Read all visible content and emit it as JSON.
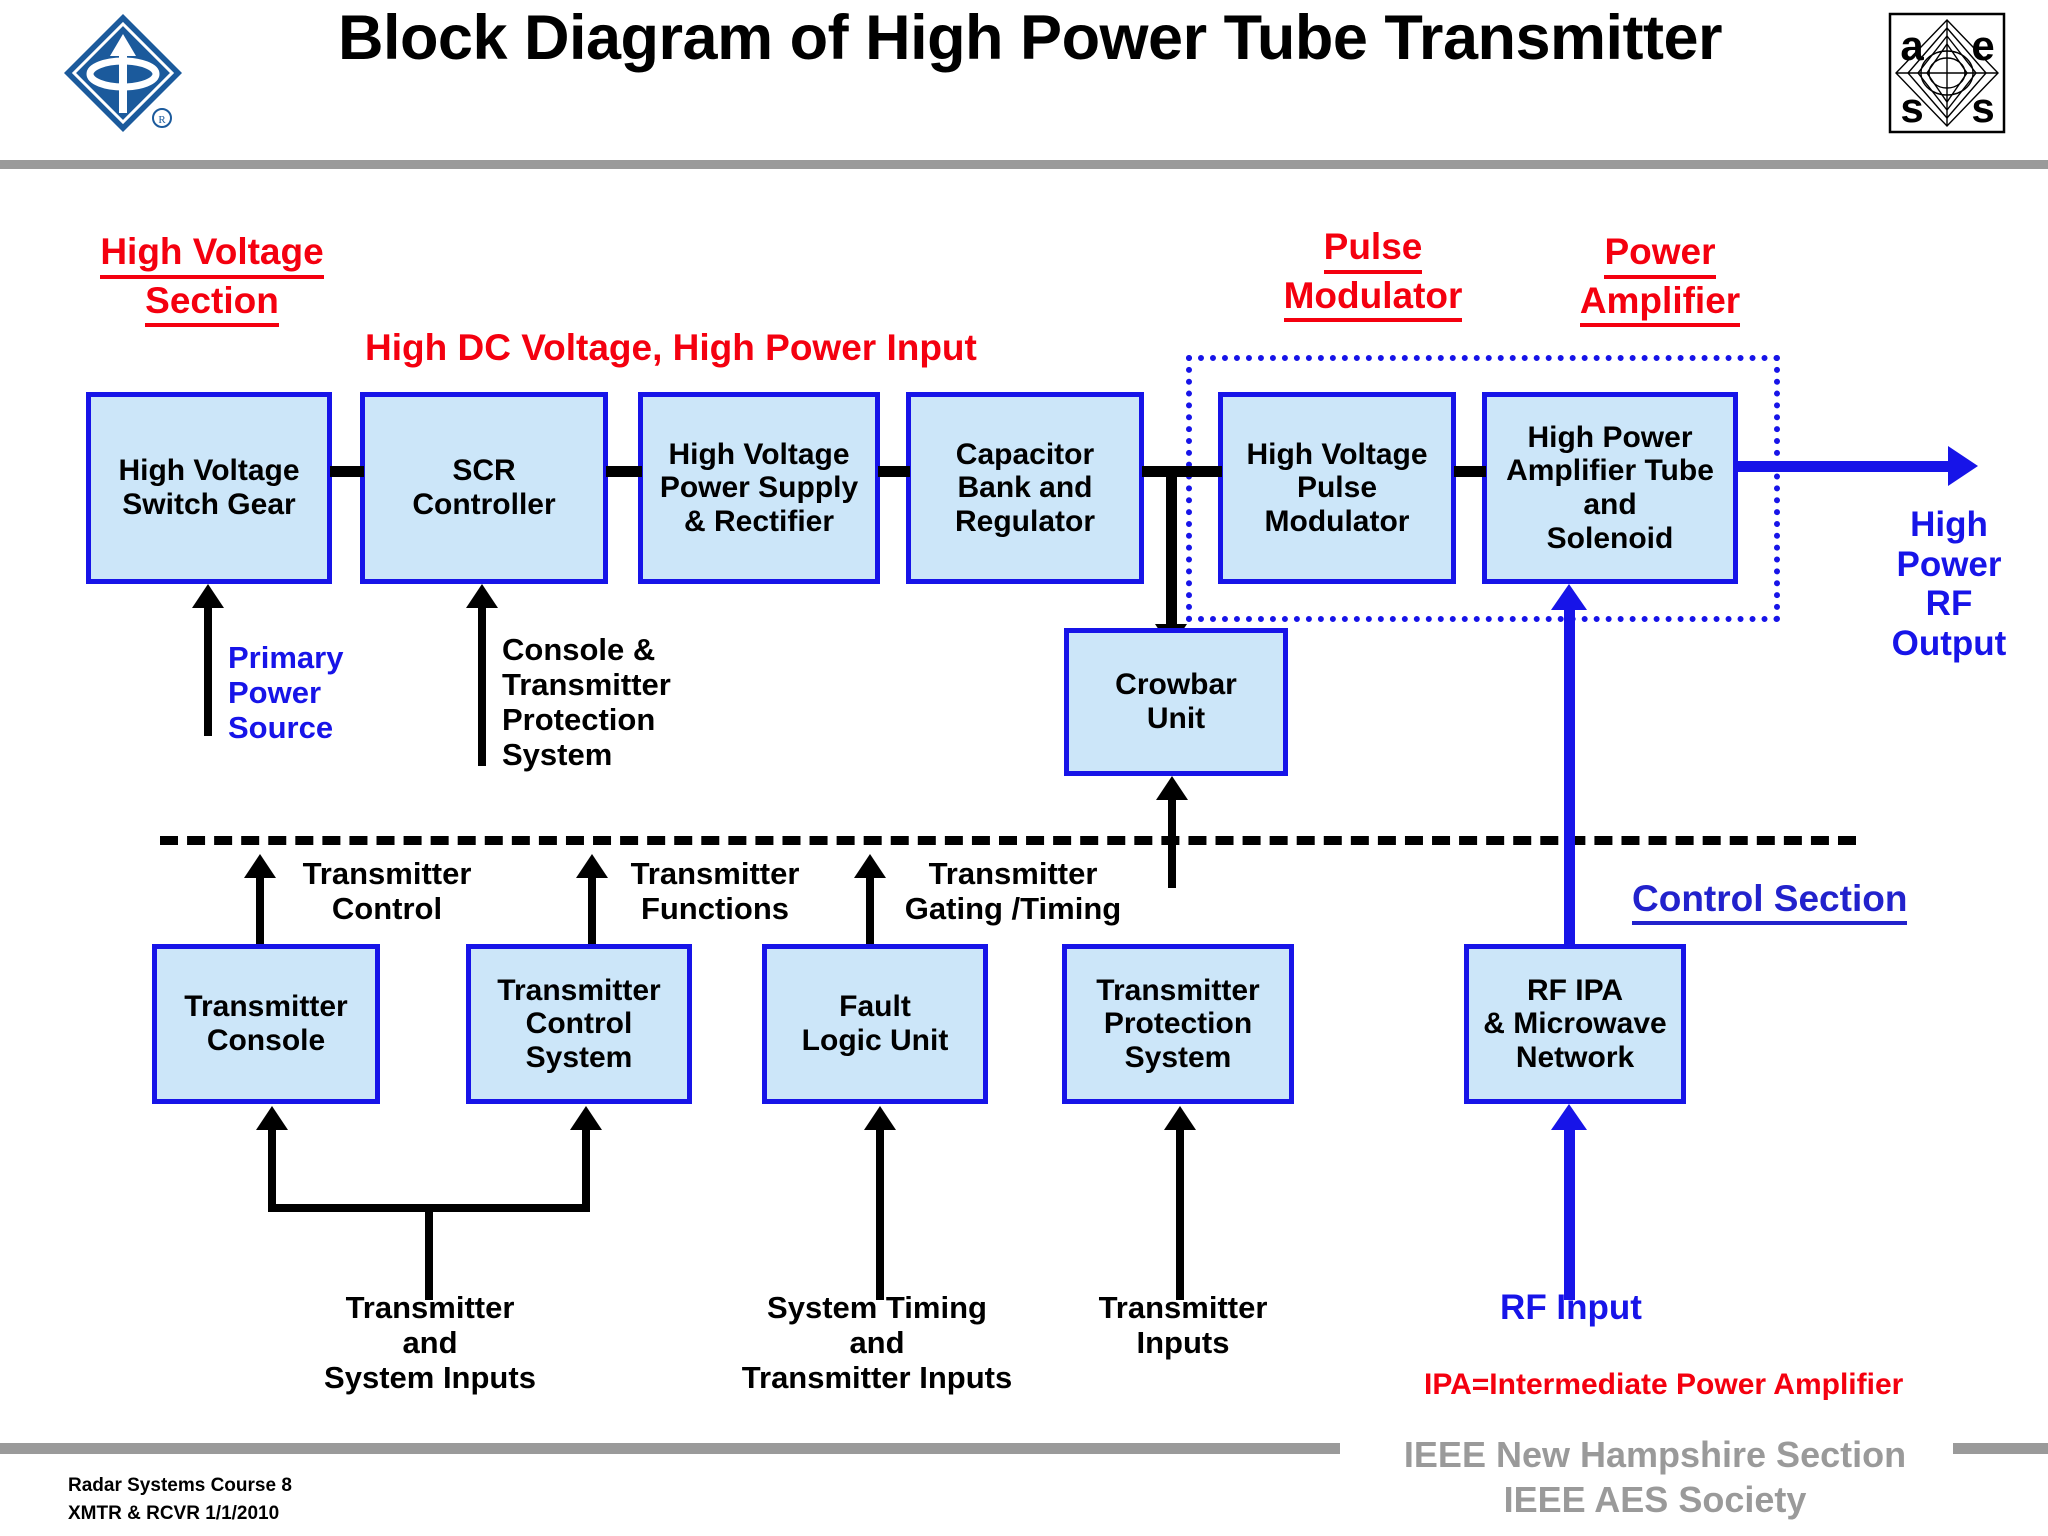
{
  "header": {
    "title": "Block Diagram of High Power Tube Transmitter",
    "left_logo": "ieee-diamond-logo",
    "right_logo": "aes-society-logo",
    "aes_letters": [
      "a",
      "e",
      "s",
      "s"
    ]
  },
  "sections": {
    "high_voltage": "High Voltage\nSection",
    "pulse_modulator": "Pulse\nModulator",
    "power_amplifier": "Power\nAmplifier",
    "control": "Control Section",
    "hv_input_note": "High  DC Voltage, High Power Input"
  },
  "blocks": {
    "hv_switch_gear": "High Voltage\nSwitch Gear",
    "scr_controller": "SCR\nController",
    "hv_power_supply": "High Voltage\nPower Supply\n& Rectifier",
    "capacitor_bank": "Capacitor\nBank and\nRegulator",
    "hv_pulse_modulator": "High Voltage\nPulse\nModulator",
    "hp_amplifier_tube": "High Power\nAmplifier Tube\nand\nSolenoid",
    "crowbar_unit": "Crowbar\nUnit",
    "transmitter_console": "Transmitter\nConsole",
    "transmitter_control_system": "Transmitter\nControl\nSystem",
    "fault_logic_unit": "Fault\nLogic Unit",
    "transmitter_protection_system": "Transmitter\nProtection\nSystem",
    "rf_ipa_network": "RF IPA\n& Microwave\nNetwork"
  },
  "labels": {
    "primary_power_source": "Primary\nPower\nSource",
    "console_protection": "Console &\nTransmitter\nProtection\nSystem",
    "high_power_rf_output": "High\nPower\nRF\nOutput",
    "transmitter_control": "Transmitter\nControl",
    "transmitter_functions": "Transmitter\nFunctions",
    "transmitter_gating_timing": "Transmitter\nGating /Timing",
    "transmitter_system_inputs": "Transmitter\nand\nSystem  Inputs",
    "system_timing_inputs": "System Timing\nand\nTransmitter Inputs",
    "transmitter_inputs": "Transmitter\nInputs",
    "rf_input": "RF Input",
    "ipa_legend": "IPA=Intermediate Power Amplifier"
  },
  "footer": {
    "left": "Radar Systems Course   8\nXMTR & RCVR  1/1/2010",
    "right": "IEEE New Hampshire Section\nIEEE AES Society"
  },
  "colors": {
    "block_fill": "#cce6f9",
    "block_border": "#1714e8",
    "heading_red": "#f4000f",
    "heading_blue": "#2222cc",
    "rule_gray": "#9a9a9a"
  }
}
